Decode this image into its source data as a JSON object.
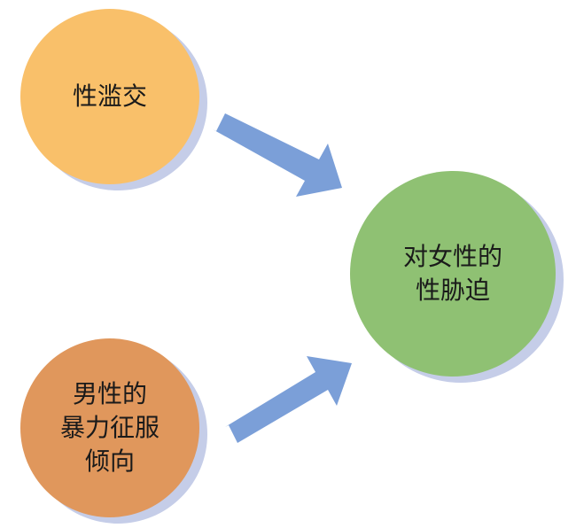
{
  "nodes": {
    "promiscuity": {
      "label": "性滥交",
      "color": "#f9c06a"
    },
    "dominance": {
      "label": "男性的\n暴力征服\n倾向",
      "color": "#e0975c"
    },
    "coercion": {
      "label": "对女性的\n性胁迫",
      "color": "#8fc173"
    }
  },
  "edges": [
    {
      "from": "promiscuity",
      "to": "coercion"
    },
    {
      "from": "dominance",
      "to": "coercion"
    }
  ],
  "colors": {
    "arrow": "#7b9fd8",
    "shadow": "#c5cde8"
  }
}
